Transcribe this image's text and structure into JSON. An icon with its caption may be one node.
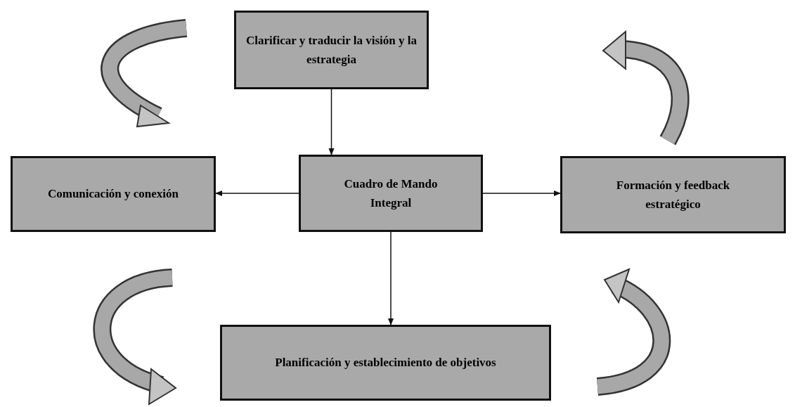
{
  "diagram": {
    "nodes": [
      {
        "text": [
          "Clarificar y traducir la visión y la estrategia"
        ]
      },
      {
        "text": [
          "Comunicación y conexión"
        ]
      },
      {
        "text": [
          "Cuadro de Mando Integral"
        ]
      },
      {
        "text": [
          "Formación y feedback estratégico"
        ]
      },
      {
        "text": [
          "Planificación y establecimiento de objetivos"
        ]
      }
    ],
    "edges": [
      {
        "from": 0,
        "to": 2,
        "arrow": "to"
      },
      {
        "from": 2,
        "to": 1,
        "arrow": "to"
      },
      {
        "from": 2,
        "to": 3,
        "arrow": "to"
      },
      {
        "from": 2,
        "to": 4,
        "arrow": "to"
      }
    ]
  }
}
